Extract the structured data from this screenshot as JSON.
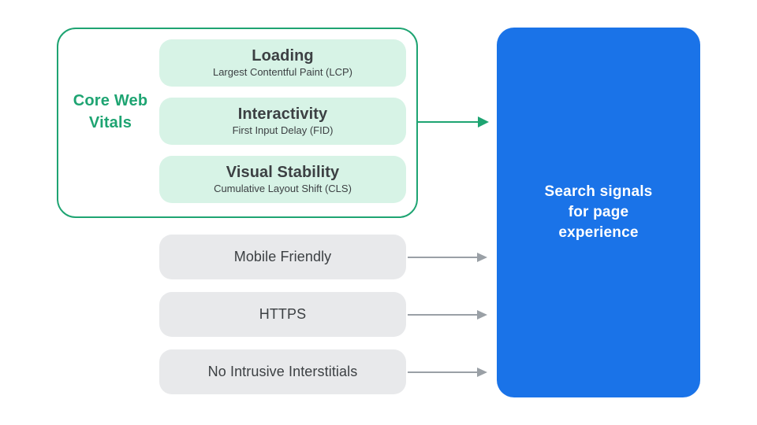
{
  "colors": {
    "green_accent": "#1ea472",
    "green_fill": "#d7f3e6",
    "gray_fill": "#e8e9eb",
    "text_dark": "#3c4043",
    "blue_fill": "#1a73e8",
    "arrow_gray": "#9aa0a6",
    "text_white": "#ffffff"
  },
  "core_web_vitals": {
    "label": "Core Web Vitals",
    "items": [
      {
        "title": "Loading",
        "subtitle": "Largest Contentful Paint (LCP)"
      },
      {
        "title": "Interactivity",
        "subtitle": "First Input Delay (FID)"
      },
      {
        "title": "Visual Stability",
        "subtitle": "Cumulative Layout Shift (CLS)"
      }
    ]
  },
  "other_signals": [
    "Mobile Friendly",
    "HTTPS",
    "No Intrusive Interstitials"
  ],
  "result_box": {
    "label": "Search signals for page experience"
  }
}
